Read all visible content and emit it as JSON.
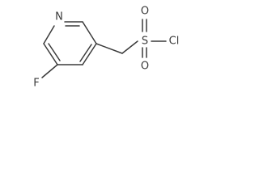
{
  "molecule": {
    "atoms": {
      "nitrogen": "N",
      "fluorine": "F",
      "sulfur": "S",
      "oxygen_upper": "O",
      "oxygen_lower": "O",
      "chlorine": "Cl"
    }
  }
}
